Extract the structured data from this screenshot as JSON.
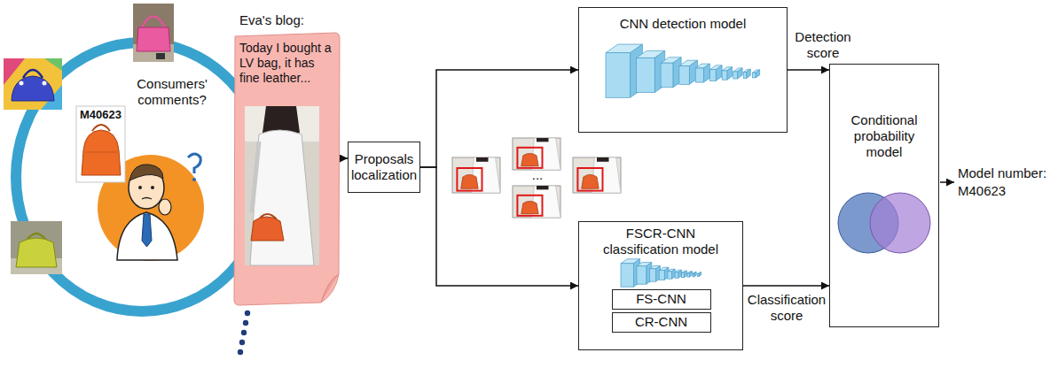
{
  "diagram": {
    "nodes": [
      {
        "text": [
          "Eva's blog:",
          "Today I bought a LV bag, it has fine leather..."
        ]
      },
      {
        "text": [
          "Proposals localization"
        ]
      },
      {
        "text": [
          "CNN detection model"
        ]
      },
      {
        "text": [
          "FSCR-CNN classification model"
        ]
      },
      {
        "text": [
          "FS-CNN"
        ],
        "in": 3
      },
      {
        "text": [
          "CR-CNN"
        ],
        "in": 3
      },
      {
        "text": [
          "Conditional probability model"
        ]
      }
    ],
    "edges": [
      {
        "from": 0,
        "to": 1,
        "arrow": "to"
      },
      {
        "from": 1,
        "to": 2,
        "arrow": "to"
      },
      {
        "from": 1,
        "to": 3,
        "arrow": "to"
      },
      {
        "from": 2,
        "to": 6,
        "label": "Detection score",
        "arrow": "to"
      },
      {
        "from": 3,
        "to": 6,
        "label": "Classification score",
        "arrow": "to"
      }
    ],
    "labels": [
      "M40623",
      "Consumers' comments?",
      "...",
      "Model number: M40623"
    ]
  }
}
